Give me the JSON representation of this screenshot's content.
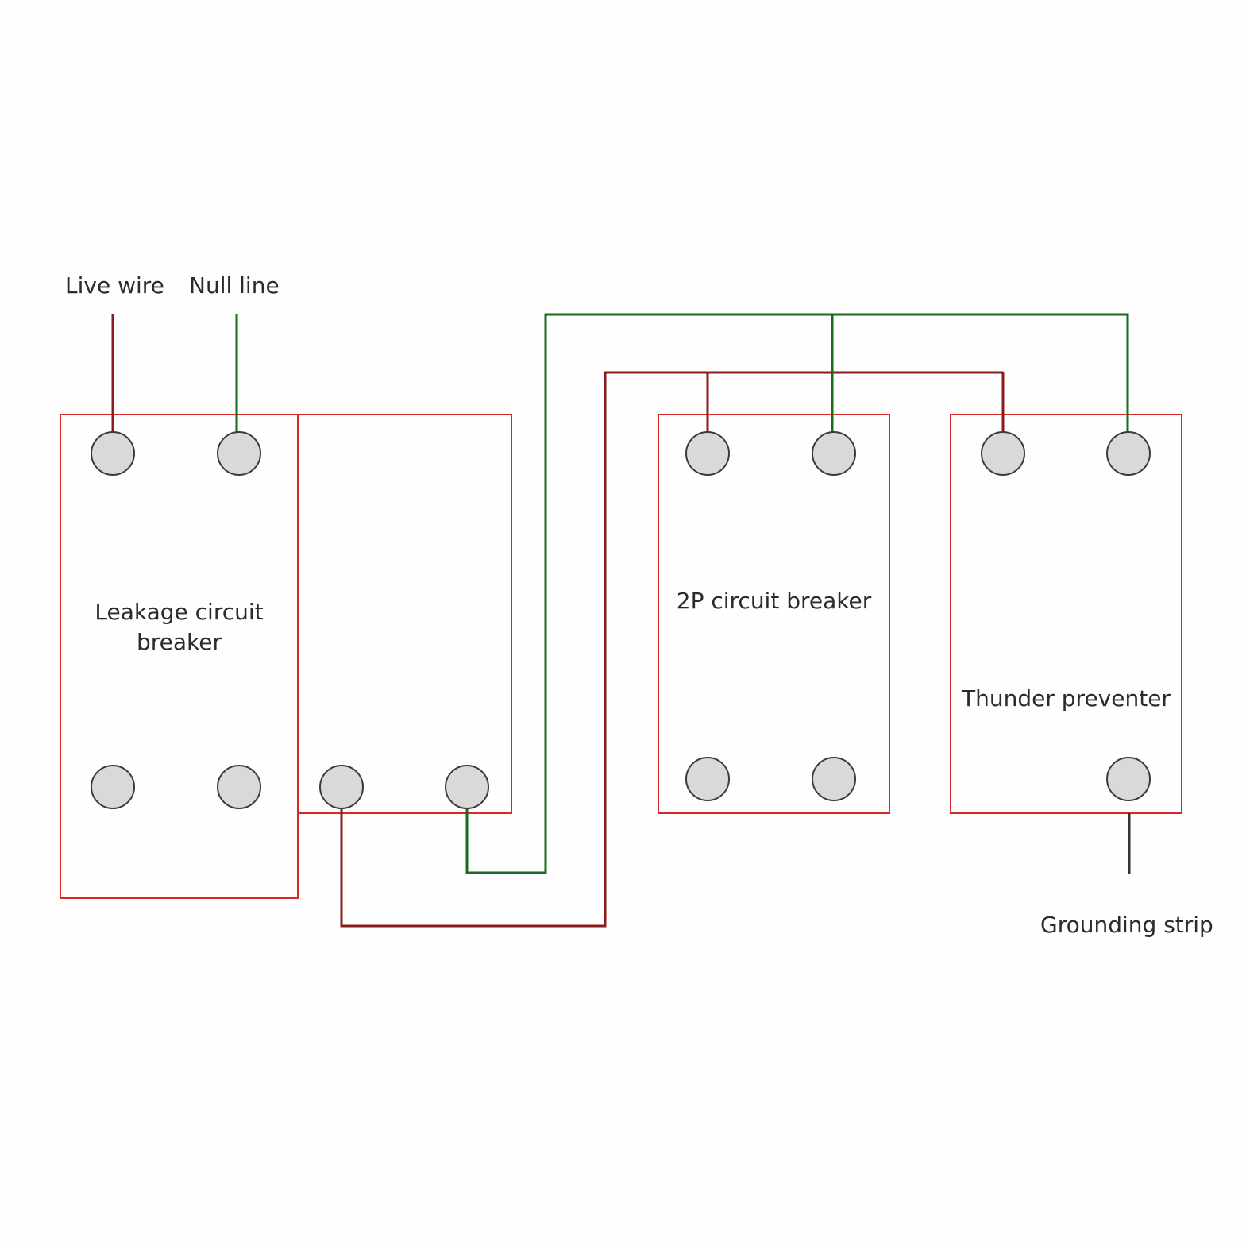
{
  "labels": {
    "live_wire": "Live wire",
    "null_line": "Null line",
    "leakage_breaker_line1": "Leakage circuit",
    "leakage_breaker_line2": "breaker",
    "two_pole_breaker": "2P circuit breaker",
    "thunder_preventer": "Thunder preventer",
    "grounding_strip": "Grounding strip"
  },
  "colors": {
    "live_wire": "#8b1a1a",
    "null_line": "#1a6b1a",
    "ground_wire": "#333333",
    "box_border": "#d62a2a",
    "terminal_fill": "#d9d9d9",
    "terminal_stroke": "#3a3a3a",
    "text": "#2b2b2b"
  }
}
